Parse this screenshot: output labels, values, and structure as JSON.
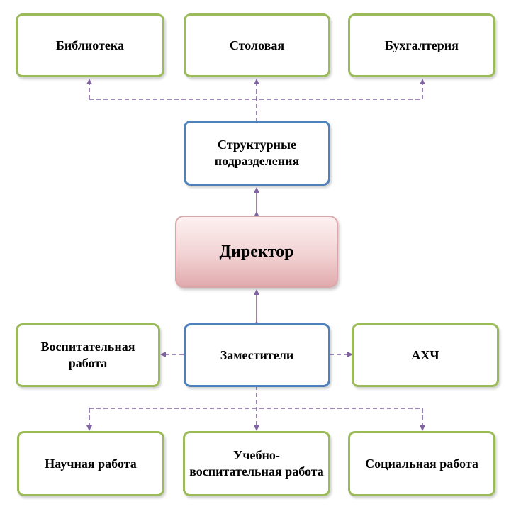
{
  "colors": {
    "green_border": "#9bbb59",
    "blue_border": "#4f81bd",
    "director_fill": "#f2d2d3",
    "connector": "#8064a2"
  },
  "nodes": {
    "biblioteka": "Библиотека",
    "stolovaya": "Столовая",
    "buhgalteriya": "Бухгалтерия",
    "strukturnye": "Структурные подразделения",
    "direktor": "Директор",
    "vospitatelnaya": "Воспитательная работа",
    "zamestiteli": "Заместители",
    "ahch": "АХЧ",
    "nauchnaya": "Научная работа",
    "uchebno": "Учебно-воспитательная работа",
    "socialnaya": "Социальная работа"
  }
}
